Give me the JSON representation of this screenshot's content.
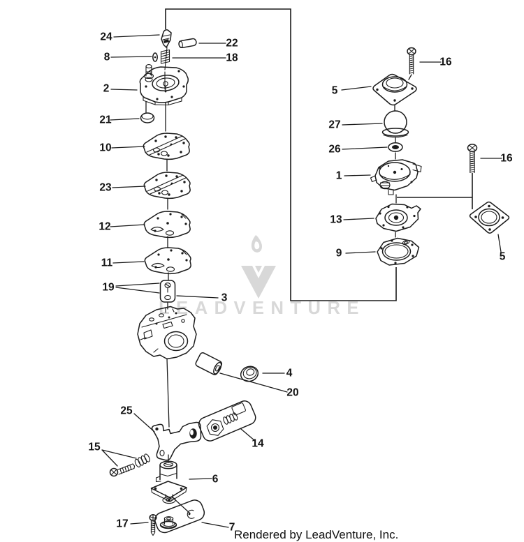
{
  "colors": {
    "ink": "#1b1b1b",
    "watermark": "#d8d8d8",
    "background": "#ffffff"
  },
  "watermark": {
    "text": "LEADVENTURE"
  },
  "footer": {
    "credit": "Rendered by LeadVenture, Inc."
  },
  "callouts": [
    "24",
    "22",
    "8",
    "18",
    "2",
    "21",
    "10",
    "23",
    "12",
    "11",
    "19",
    "3",
    "4",
    "20",
    "25",
    "14",
    "15",
    "6",
    "17",
    "7",
    "16",
    "5",
    "27",
    "26",
    "1",
    "16",
    "13",
    "9",
    "5"
  ]
}
